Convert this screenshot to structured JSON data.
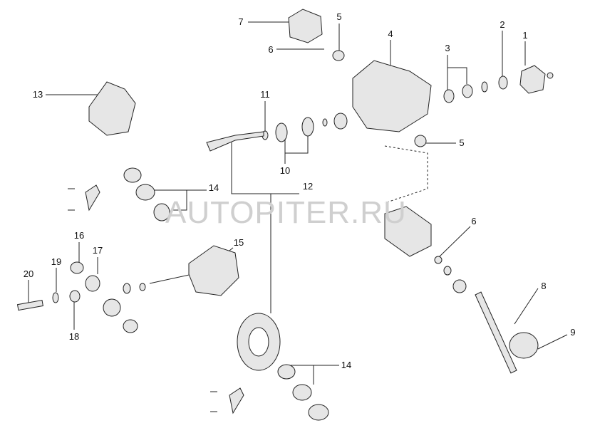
{
  "watermark": "AUTOPITER.RU",
  "callouts": [
    "1",
    "2",
    "3",
    "4",
    "5",
    "5",
    "6",
    "6",
    "7",
    "8",
    "9",
    "10",
    "11",
    "12",
    "13",
    "14",
    "14",
    "15",
    "16",
    "17",
    "18",
    "19",
    "20"
  ]
}
